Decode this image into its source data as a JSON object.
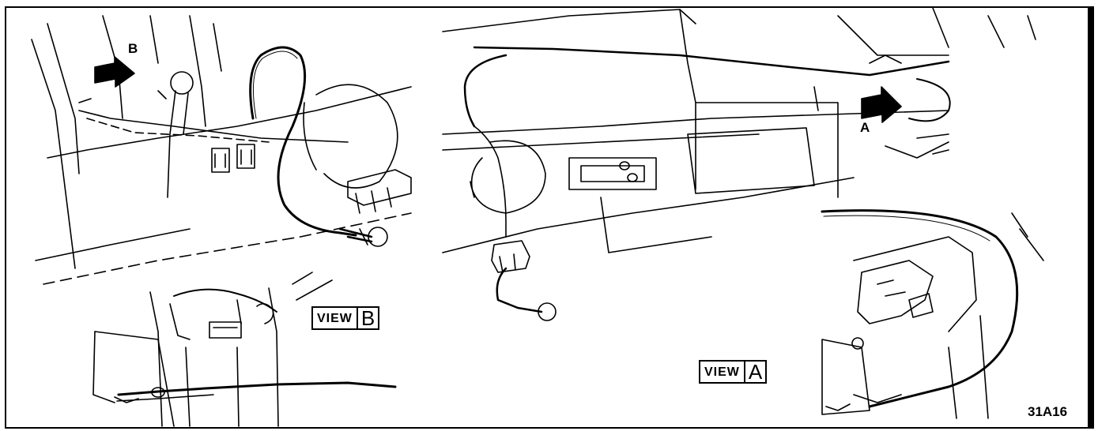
{
  "callouts": {
    "b": "B",
    "a": "A"
  },
  "views": {
    "b": {
      "word": "VIEW",
      "letter": "B"
    },
    "a": {
      "word": "VIEW",
      "letter": "A"
    }
  },
  "figure_number": "31A16",
  "colors": {
    "ink": "#000000",
    "paper": "#ffffff"
  }
}
